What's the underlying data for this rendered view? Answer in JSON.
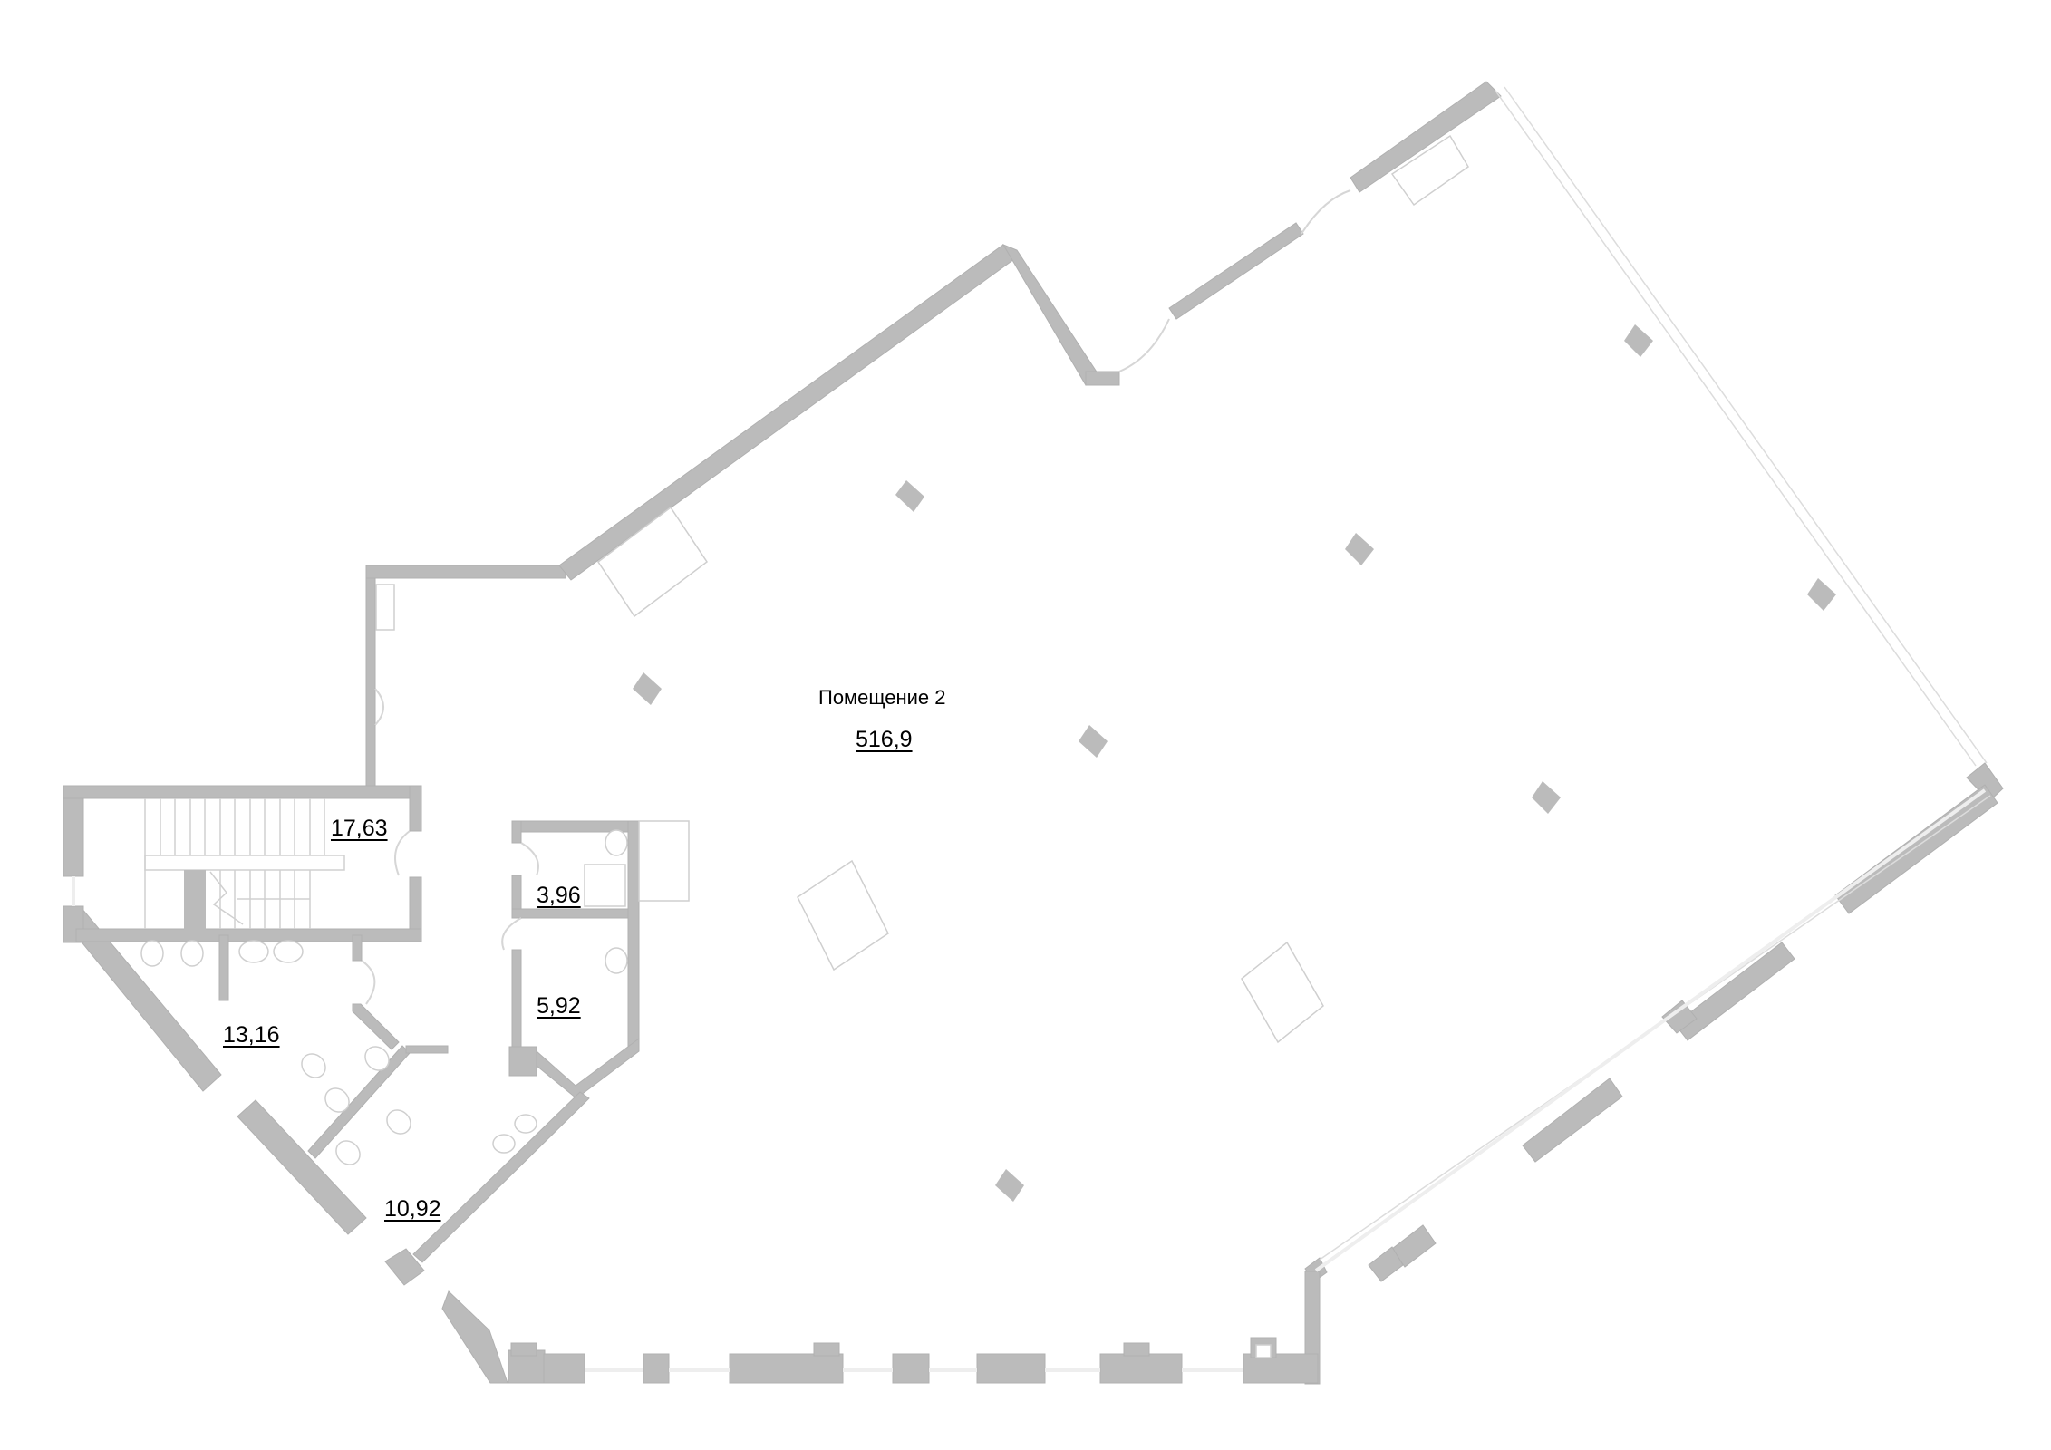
{
  "plan": {
    "main_room": {
      "name": "Помещение 2",
      "area": "516,9"
    },
    "rooms": [
      {
        "id": "stairwell",
        "area": "17,63"
      },
      {
        "id": "bathroom-small",
        "area": "3,96"
      },
      {
        "id": "bathroom-medium",
        "area": "5,92"
      },
      {
        "id": "restroom-a",
        "area": "13,16"
      },
      {
        "id": "restroom-b",
        "area": "10,92"
      }
    ],
    "colors": {
      "wall": "#bbbbbb",
      "background": "#ffffff",
      "outline": "#d6d6d6",
      "text": "#000000"
    }
  }
}
